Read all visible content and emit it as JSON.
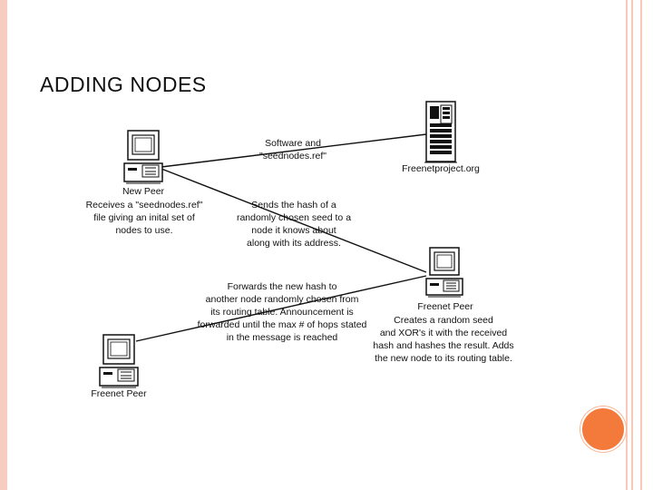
{
  "slide": {
    "title": "ADDING NODES"
  },
  "diagram": {
    "nodes": {
      "new_peer": {
        "label": "New Peer",
        "icon": "desktop-computer-icon"
      },
      "freenet_project": {
        "label": "Freenetproject.org",
        "icon": "server-tower-icon"
      },
      "freenet_peer_right": {
        "label": "Freenet Peer",
        "icon": "desktop-computer-icon"
      },
      "freenet_peer_left": {
        "label": "Freenet Peer",
        "icon": "desktop-computer-icon"
      }
    },
    "annotations": {
      "software": [
        "Software and",
        "\"seednodes.ref\""
      ],
      "receives": [
        "Receives a \"seednodes.ref\"",
        "file giving an inital set of",
        "nodes to use."
      ],
      "sends_hash": [
        "Sends the hash of a",
        "randomly chosen seed to a",
        "node it knows about",
        "along with its address."
      ],
      "forwards": [
        "Forwards the new hash to",
        "another node randomly chosen from",
        "its routing table. Announcement is",
        "forwarded until the max # of hops stated",
        "in the message is reached"
      ],
      "creates": [
        "Creates a random seed",
        "and XOR's it with the received",
        "hash and hashes the result. Adds",
        "the new node to its routing table."
      ]
    }
  },
  "colors": {
    "border": "#f7cdbf",
    "accent_dot": "#f47a3c",
    "line": "#111111"
  }
}
